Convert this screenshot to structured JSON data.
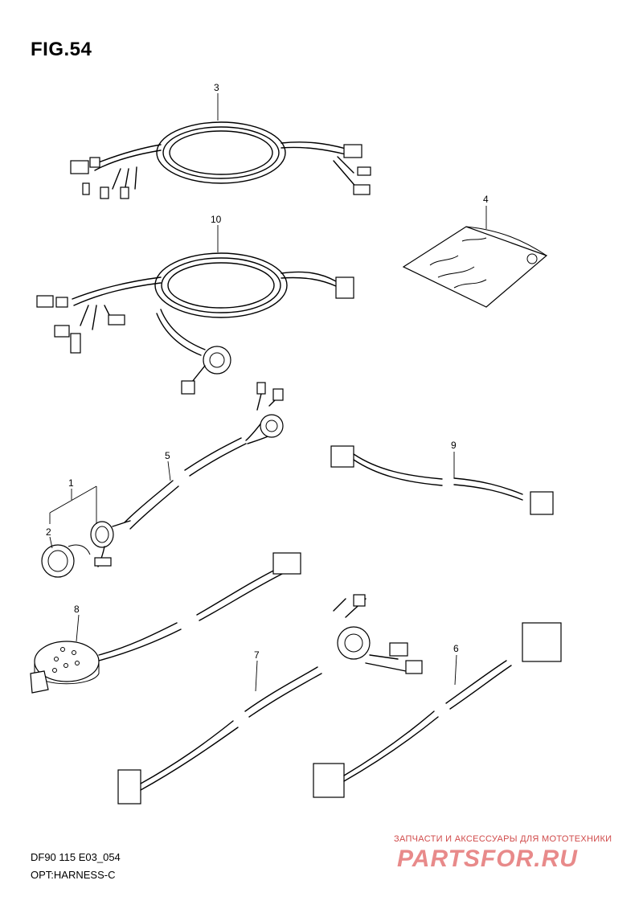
{
  "figure": {
    "title": "FIG.54"
  },
  "parts": [
    {
      "ref": "1"
    },
    {
      "ref": "2"
    },
    {
      "ref": "3"
    },
    {
      "ref": "4"
    },
    {
      "ref": "5"
    },
    {
      "ref": "6"
    },
    {
      "ref": "7"
    },
    {
      "ref": "8"
    },
    {
      "ref": "9"
    },
    {
      "ref": "10"
    }
  ],
  "footer": {
    "code": "DF90 115 E03_054",
    "name": "OPT:HARNESS-C"
  },
  "watermark": {
    "tagline": "ЗАПЧАСТИ И АКСЕССУАРЫ ДЛЯ МОТОТЕХНИКИ",
    "logo": "PARTSFOR.RU"
  }
}
